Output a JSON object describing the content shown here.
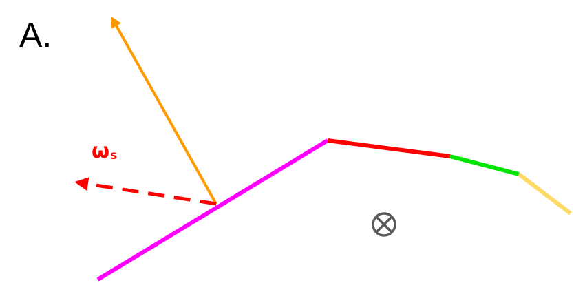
{
  "panel_label": "A.",
  "angular_velocity_label": {
    "symbol": "ω",
    "subscript": "s"
  },
  "icons": {
    "into_page": "circled-x-icon"
  },
  "colors": {
    "segment_1": "#ff00ff",
    "segment_2": "#ff0000",
    "segment_3": "#00e600",
    "segment_4": "#ffd966",
    "normal_arrow": "#ff9900",
    "omega_arrow": "#ff0000",
    "symbol": "#595959",
    "text": "#000000"
  }
}
